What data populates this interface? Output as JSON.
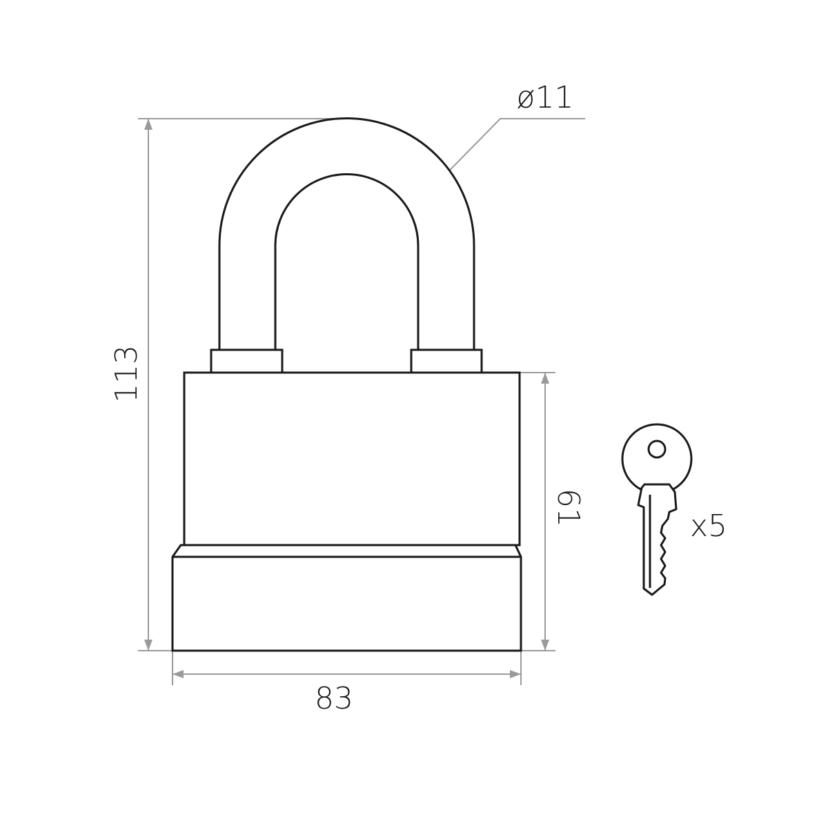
{
  "dimensions": {
    "shackle_diameter": "ø11",
    "total_height": "113",
    "body_height": "61",
    "body_width": "83"
  },
  "keys": {
    "count_label": "x5"
  },
  "colors": {
    "outline": "#1a1a1a",
    "dimension": "#9a9a9a"
  }
}
